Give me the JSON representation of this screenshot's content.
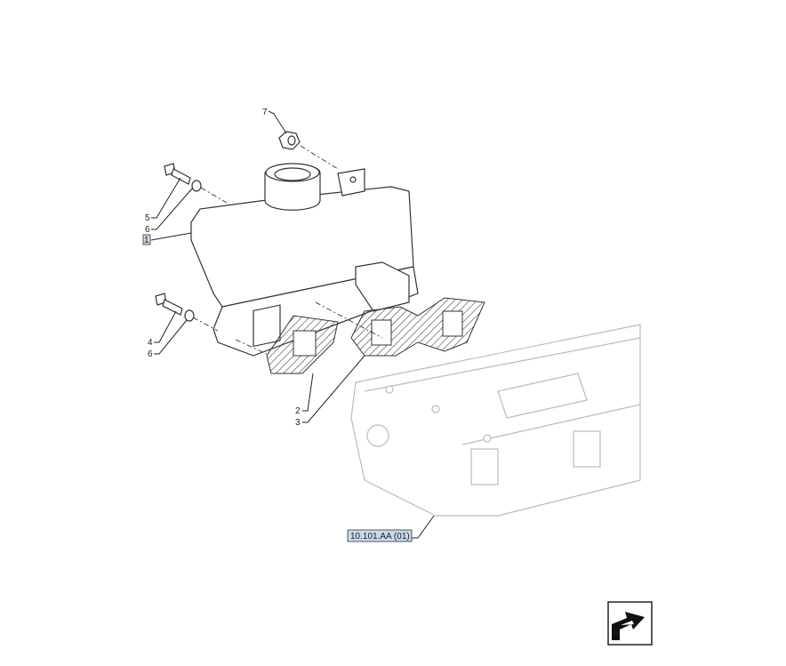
{
  "callouts": {
    "c7": "7",
    "c5": "5",
    "c6a": "6",
    "c1": "1",
    "c4": "4",
    "c6b": "6",
    "c2": "2",
    "c3": "3"
  },
  "reference_label": "10.101.AA (01)",
  "nav_icon": "next-page-arrow-icon",
  "colors": {
    "highlight": "#c9d9ea"
  }
}
